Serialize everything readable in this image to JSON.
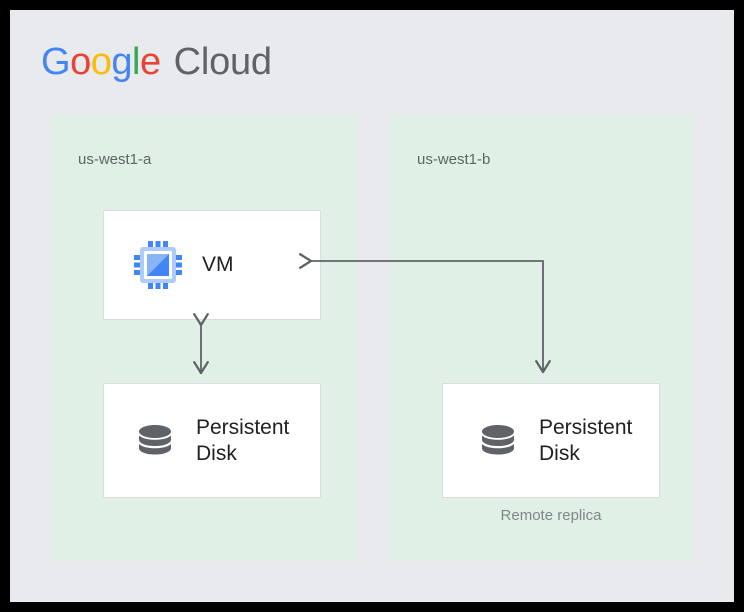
{
  "brand": {
    "google": [
      {
        "ch": "G",
        "cls": "g1"
      },
      {
        "ch": "o",
        "cls": "o1"
      },
      {
        "ch": "o",
        "cls": "o2"
      },
      {
        "ch": "g",
        "cls": "g2"
      },
      {
        "ch": "l",
        "cls": "l1"
      },
      {
        "ch": "e",
        "cls": "e1"
      }
    ],
    "google_text": "Google",
    "cloud_text": "Cloud",
    "colors": {
      "blue": "#4285F4",
      "red": "#EA4335",
      "yellow": "#FBBC05",
      "green": "#34A853",
      "gray": "#5F6368"
    }
  },
  "canvas": {
    "background": "#E8EAED",
    "frame_color": "#000000"
  },
  "zones": [
    {
      "id": "us-west1-a",
      "label": "us-west1-a",
      "background": "#E1F0E7",
      "components": [
        {
          "id": "vm",
          "label": "VM",
          "icon": "compute-engine-chip-icon"
        },
        {
          "id": "persistent-disk-a",
          "label": "Persistent Disk",
          "icon": "persistent-disk-icon"
        }
      ]
    },
    {
      "id": "us-west1-b",
      "label": "us-west1-b",
      "background": "#E1F0E7",
      "components": [
        {
          "id": "persistent-disk-b",
          "label": "Persistent Disk",
          "icon": "persistent-disk-icon",
          "caption": "Remote replica"
        }
      ]
    }
  ],
  "labels": {
    "zone_a": "us-west1-a",
    "zone_b": "us-west1-b",
    "vm": "VM",
    "persistent_disk": "Persistent Disk",
    "remote_replica": "Remote replica"
  },
  "connectors": [
    {
      "id": "vm-to-local-disk",
      "from": "vm",
      "to": "persistent-disk-a",
      "style": "double-headed-vertical",
      "color": "#5F6368"
    },
    {
      "id": "vm-to-remote-replica",
      "from": "vm",
      "to": "persistent-disk-b",
      "style": "elbow-double-headed",
      "color": "#5F6368"
    }
  ],
  "icon_colors": {
    "chip_pin": "#4285F4",
    "chip_ring": "#AECBFA",
    "chip_body": "#4285F4",
    "disk": "#5F6368"
  }
}
